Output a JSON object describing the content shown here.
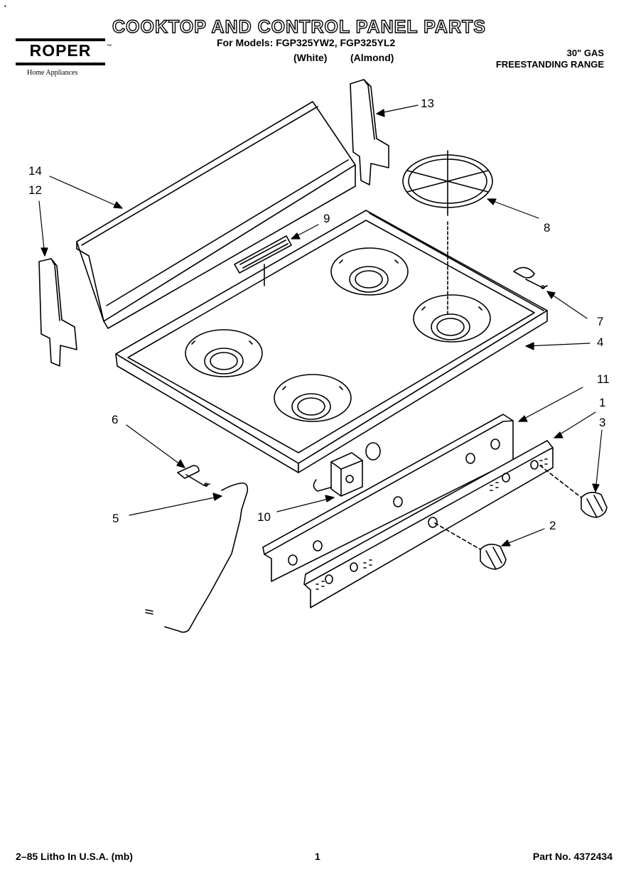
{
  "header": {
    "title": "COOKTOP AND CONTROL PANEL PARTS",
    "models": "For Models: FGP325YW2, FGP325YL2",
    "variant_white": "(White)",
    "variant_almond": "(Almond)",
    "range_type_line1": "30\" GAS",
    "range_type_line2": "FREESTANDING RANGE"
  },
  "logo": {
    "brand": "ROPER",
    "tagline": "Home Appliances",
    "trademark": "™"
  },
  "corner_mark": "▪",
  "callouts": {
    "c1": "1",
    "c2": "2",
    "c3": "3",
    "c4": "4",
    "c5": "5",
    "c6": "6",
    "c7": "7",
    "c8": "8",
    "c9": "9",
    "c10": "10",
    "c11": "11",
    "c12": "12",
    "c13": "13",
    "c14": "14"
  },
  "footer": {
    "litho": "2–85 Litho In U.S.A. (mb)",
    "page": "1",
    "part_no": "Part No. 4372434"
  }
}
